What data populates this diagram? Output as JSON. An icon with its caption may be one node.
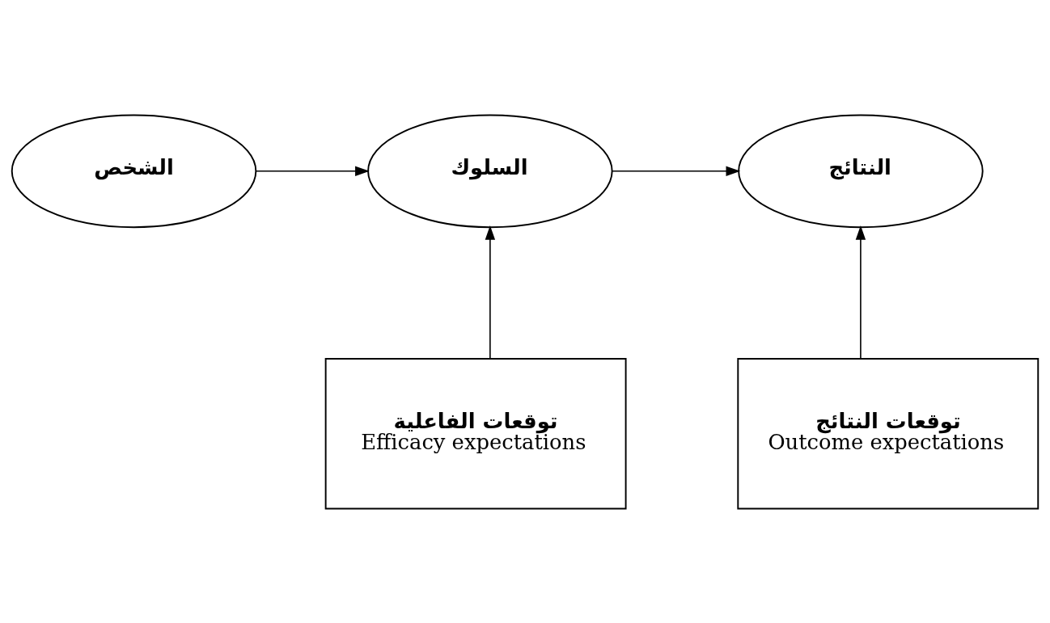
{
  "diagram": {
    "nodes": [
      {
        "text": [
          "الشخص"
        ]
      },
      {
        "text": [
          "السلوك"
        ]
      },
      {
        "text": [
          "النتائج"
        ]
      },
      {
        "text": [
          "توقعات الفاعلية",
          "Efficacy expectations"
        ]
      },
      {
        "text": [
          "توقعات النتائج",
          "Outcome expectations"
        ]
      }
    ],
    "edges": [
      {
        "from": 0,
        "to": 1,
        "arrow": "to"
      },
      {
        "from": 1,
        "to": 2,
        "arrow": "to"
      },
      {
        "from": 3,
        "to": 1,
        "arrow": "to"
      },
      {
        "from": 4,
        "to": 2,
        "arrow": "to"
      }
    ]
  }
}
